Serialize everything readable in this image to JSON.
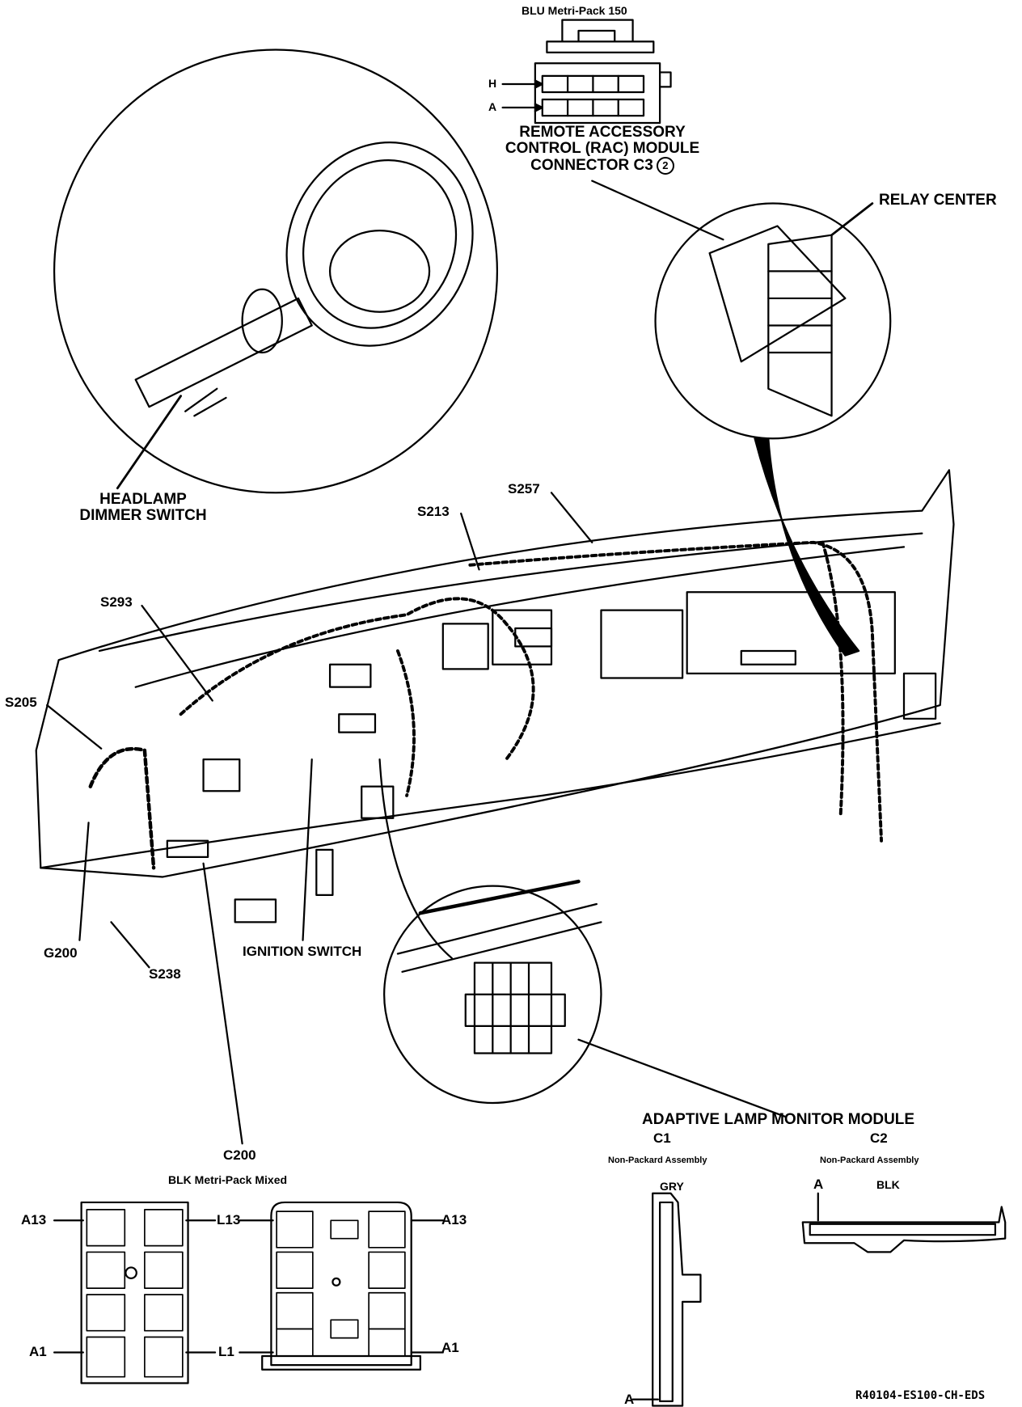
{
  "diagram": {
    "title_code": "R40104-ES100-CH-EDS",
    "rac_connector": {
      "header": "BLU Metri-Pack 150",
      "pin_labels": [
        "H",
        "A"
      ],
      "title_lines": [
        "REMOTE ACCESSORY",
        "CONTROL (RAC)  MODULE",
        "CONNECTOR  C3"
      ],
      "callout_number": "2"
    },
    "relay_center": {
      "label": "RELAY CENTER"
    },
    "headlamp_switch": {
      "label_lines": [
        "HEADLAMP",
        "DIMMER SWITCH"
      ]
    },
    "splices": [
      "S257",
      "S213",
      "S293",
      "S205",
      "S238"
    ],
    "ground": "G200",
    "ignition_switch": {
      "label": "IGNITION SWITCH"
    },
    "c200": {
      "label": "C200",
      "sublabel": "BLK Metri-Pack Mixed",
      "left_view_pins": [
        "A13",
        "L13",
        "A1",
        "L1"
      ],
      "right_view_pins": [
        "A13",
        "A1"
      ]
    },
    "almm": {
      "title": "ADAPTIVE LAMP MONITOR MODULE",
      "c1": {
        "label": "C1",
        "assembly": "Non-Packard Assembly",
        "color": "GRY",
        "pin": "A"
      },
      "c2": {
        "label": "C2",
        "assembly": "Non-Packard Assembly",
        "color": "BLK",
        "pin": "A"
      }
    }
  }
}
